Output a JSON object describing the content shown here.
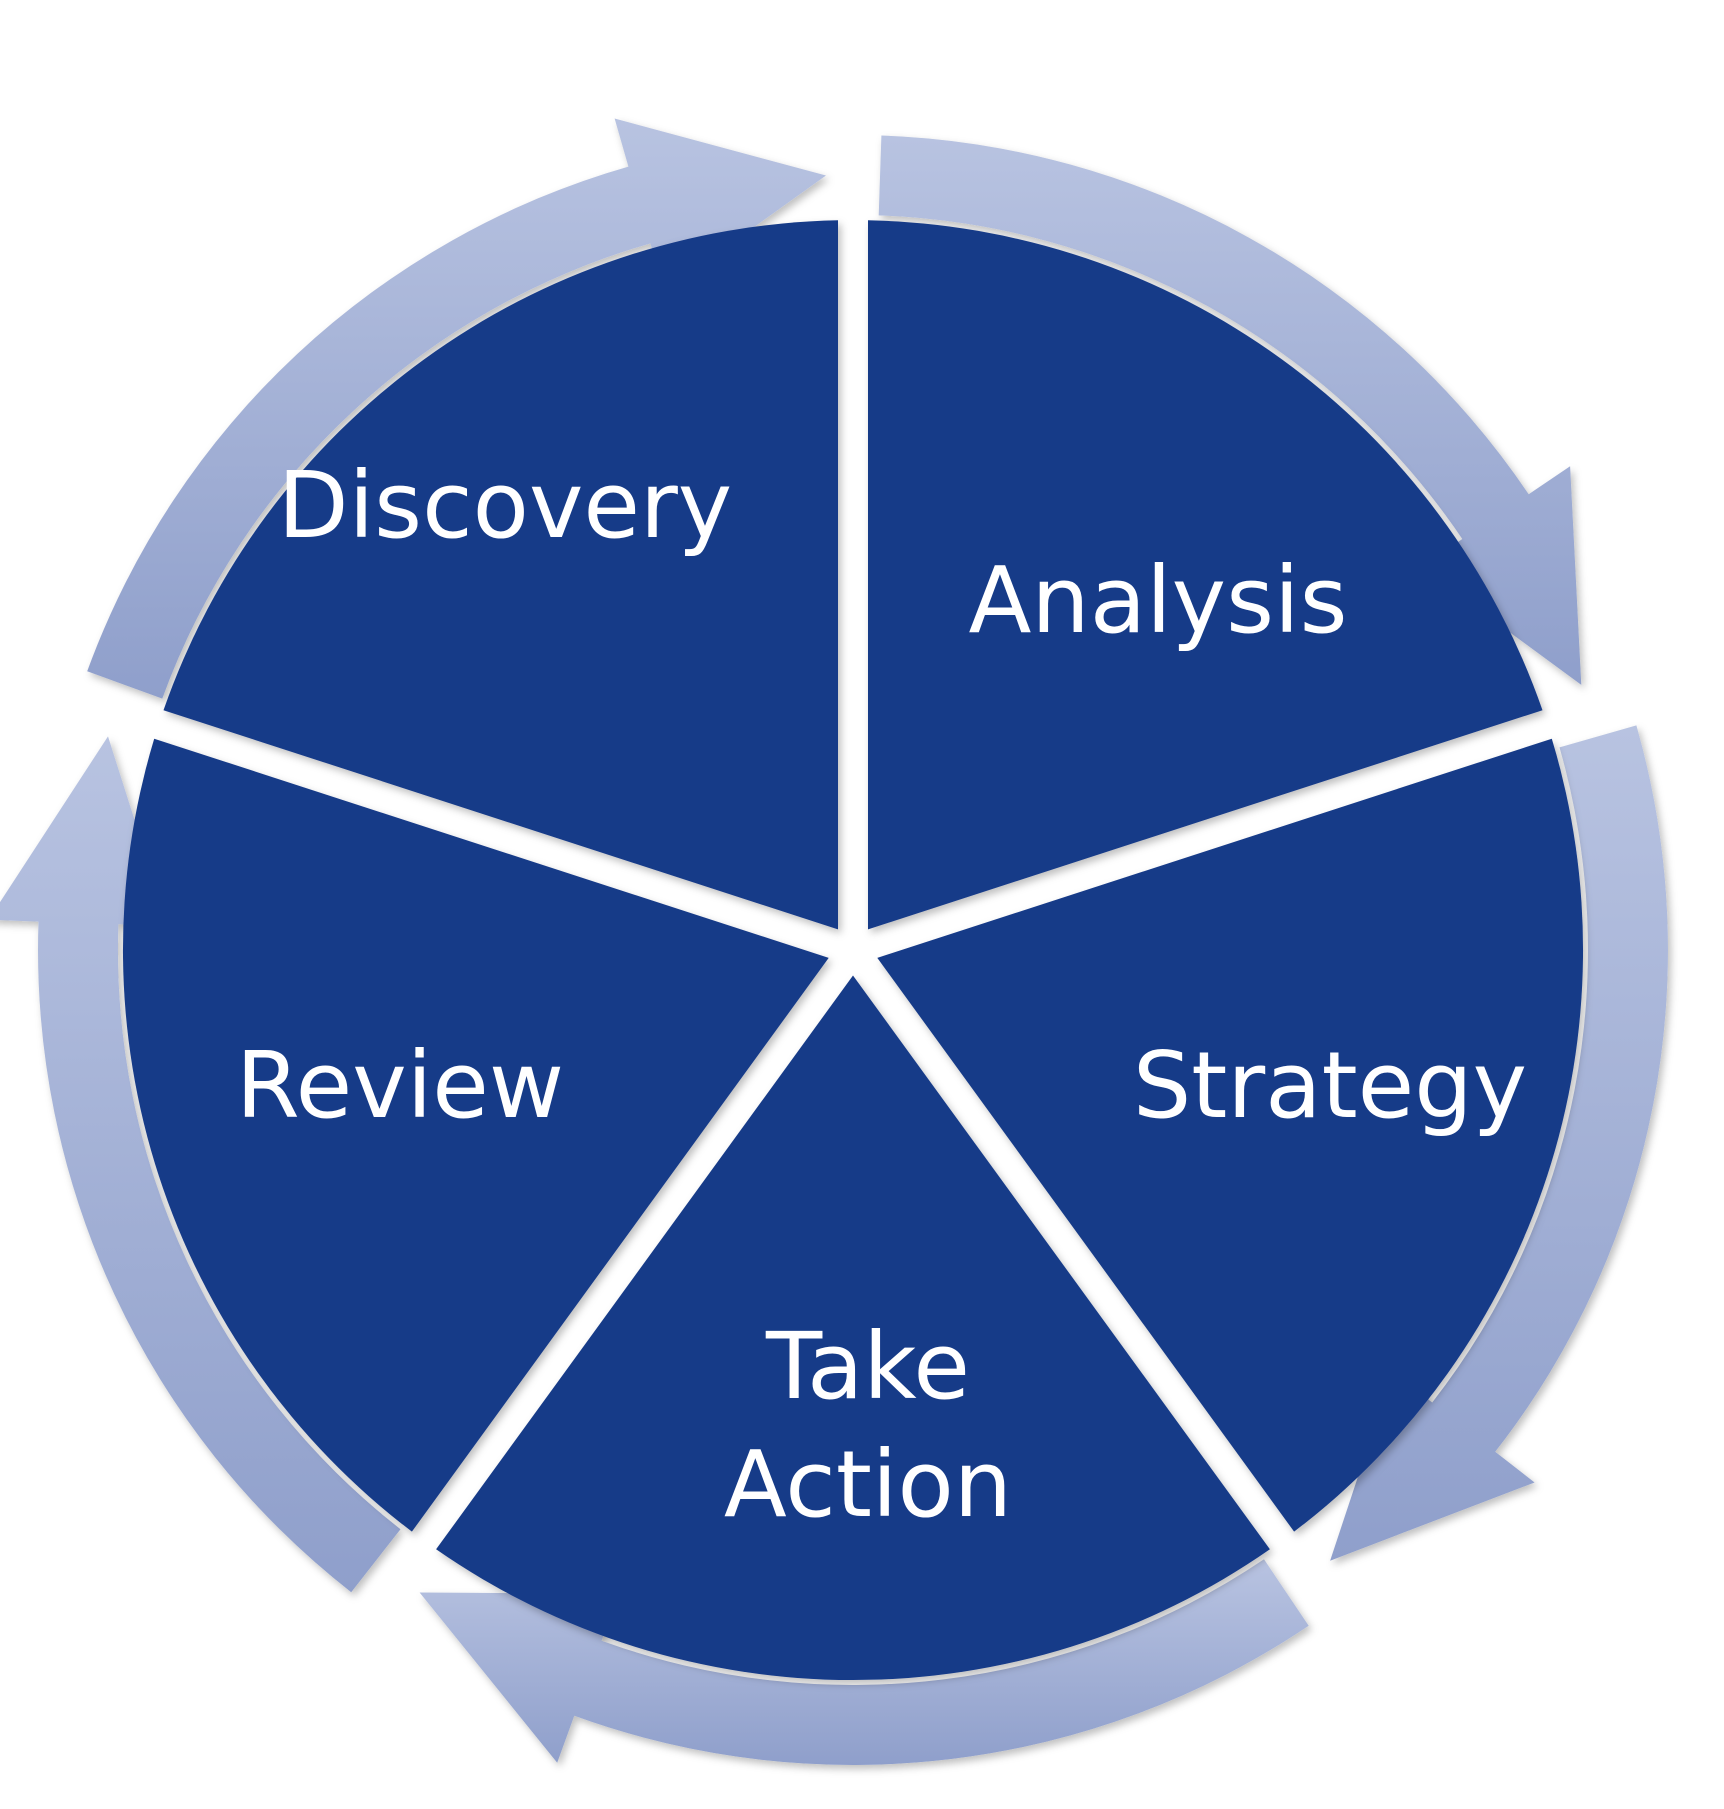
{
  "diagram": {
    "type": "cycle",
    "direction": "clockwise",
    "stages": [
      {
        "id": "discovery",
        "lines": [
          "Discovery"
        ]
      },
      {
        "id": "analysis",
        "lines": [
          "Analysis"
        ]
      },
      {
        "id": "strategy",
        "lines": [
          "Strategy"
        ]
      },
      {
        "id": "take-action",
        "lines": [
          "Take",
          "Action"
        ]
      },
      {
        "id": "review",
        "lines": [
          "Review"
        ]
      }
    ],
    "colors": {
      "segment_fill": "#173a88",
      "arrow_light": "#b8c3e1",
      "arrow_dark": "#8f9fcb",
      "label_text": "#ffffff"
    }
  }
}
